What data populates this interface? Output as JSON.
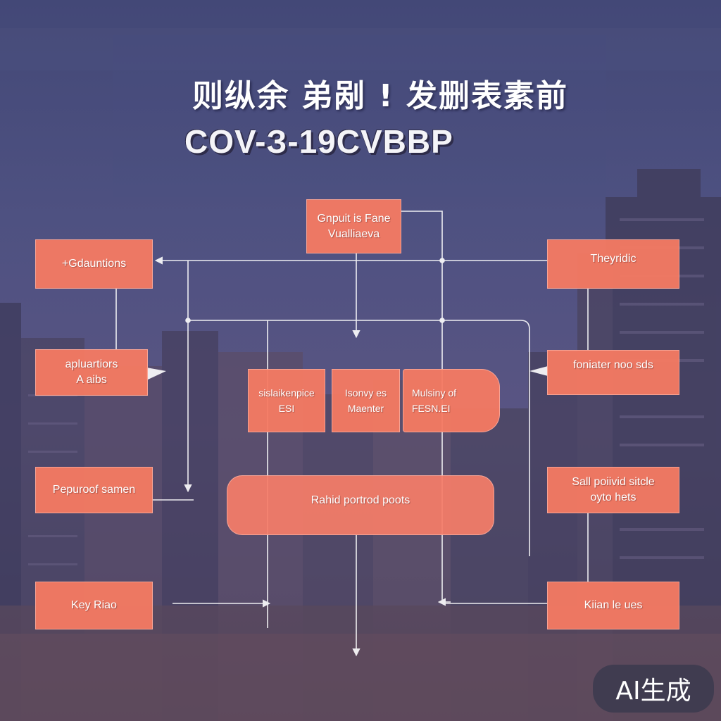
{
  "title": {
    "line1": "则纵余 弟剐 ! 发删表素前",
    "line2": "COV-З-19CVBBP"
  },
  "nodes": {
    "top": {
      "line1": "Gnpuit is Fane",
      "line2": "Vualliaeva"
    },
    "left": [
      {
        "line1": "+Gdauntions"
      },
      {
        "line1": "apluartiors",
        "line2": "A aibs"
      },
      {
        "line1": "Pepuroof samen"
      },
      {
        "line1": "Key Riao"
      }
    ],
    "right": [
      {
        "line1": "Theyridic"
      },
      {
        "line1": "foniater noo sds"
      },
      {
        "line1": "Sall poiivid sitcle",
        "line2": "oyto hets"
      },
      {
        "line1": "Kiian le ues"
      }
    ],
    "center": [
      {
        "line1": "sislaikenpice",
        "line2": "ESI"
      },
      {
        "line1": "Isonvy es",
        "line2": "Maenter"
      },
      {
        "line1": "Mulsiny of",
        "line2": "FESN.EI"
      }
    ],
    "bottom_pill": "Rahid portrod poots"
  },
  "badge": "AI生成",
  "colors": {
    "box_fill": "#f57a62",
    "connector": "#ffffff",
    "background_top": "#434877",
    "background_bottom": "#4d4668"
  }
}
